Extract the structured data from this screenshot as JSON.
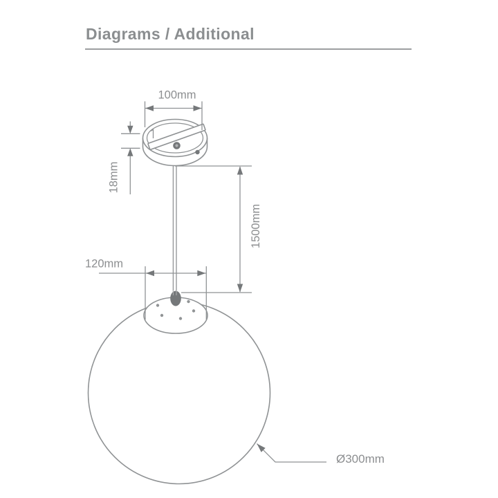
{
  "header": {
    "title": "Diagrams / Additional"
  },
  "diagram": {
    "description": "pendant light technical dimension drawing",
    "labels": {
      "canopy_width": "100mm",
      "canopy_height": "18mm",
      "drop_length": "1500mm",
      "cap_width": "120mm",
      "sphere_diameter": "Ø300mm"
    }
  },
  "colors": {
    "line": "#8f9294",
    "text": "#8c8e90",
    "title": "#8b8e90",
    "solid": "#75787a",
    "background": "#ffffff"
  }
}
